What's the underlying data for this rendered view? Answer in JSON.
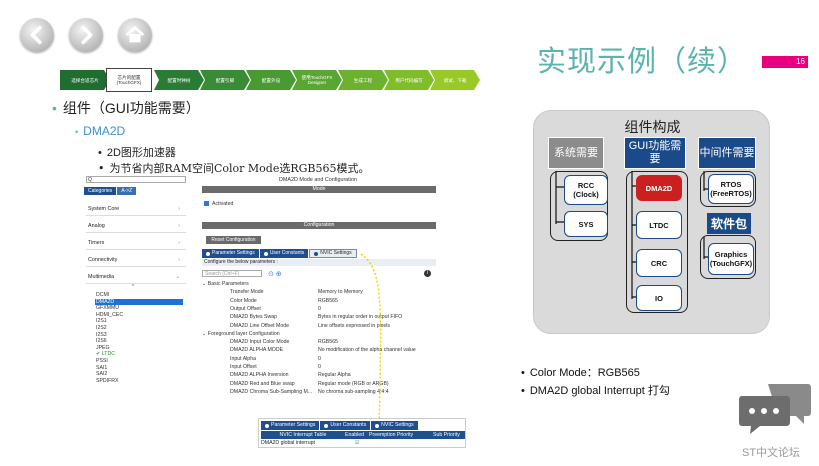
{
  "nav": {
    "back_label": "back",
    "forward_label": "forward",
    "home_label": "home"
  },
  "slide": {
    "title": "实现示例（续）",
    "page_number": "16"
  },
  "process_steps": [
    {
      "label": "选择合适芯片",
      "color": "#1f6e2f"
    },
    {
      "label": "芯片的配置 (TouchGFX)",
      "color": "#ffffff",
      "active": true
    },
    {
      "label": "配置时钟树",
      "color": "#2a7c34"
    },
    {
      "label": "配置引脚",
      "color": "#3a8b36"
    },
    {
      "label": "配置外设",
      "color": "#4a9a34"
    },
    {
      "label": "使用TouchGFX Designer",
      "color": "#5aa632"
    },
    {
      "label": "生成工程",
      "color": "#6db22f"
    },
    {
      "label": "用户代码编写",
      "color": "#80bd2a"
    },
    {
      "label": "调试、下载",
      "color": "#98c926"
    }
  ],
  "bullets": {
    "level1": "组件（GUI功能需要）",
    "level2": "DMA2D",
    "level3": [
      "2D图形加速器",
      "为节省内部RAM空间Color Mode选RGB565模式。"
    ]
  },
  "cube": {
    "search_placeholder": "Q",
    "tabs": [
      "Categories",
      "A->Z"
    ],
    "categories": [
      "System Core",
      "Analog",
      "Timers",
      "Connectivity",
      "Multimedia"
    ],
    "multimedia_up": "^",
    "peripherals": [
      "DCMI",
      "DMA2D",
      "GFXMMU",
      "HDMI_CEC",
      "I2S1",
      "I2S2",
      "I2S3",
      "I2S6",
      "JPEG",
      "LTDC",
      "PSSI",
      "SAI1",
      "SAI2",
      "SPDIFRX"
    ],
    "selected_peripheral": "DMA2D",
    "checked_peripheral": "LTDC",
    "window_title": "DMA2D Mode and Configuration",
    "mode_bar": "Mode",
    "activated": "Activated",
    "config_bar": "Configuration",
    "reset_button": "Reset Configuration",
    "param_tabs": [
      "Parameter Settings",
      "User Constants",
      "NVIC Settings"
    ],
    "configure_text": "Configure the below parameters :",
    "search_params": "Search (Ctrl+F)",
    "info_icon": "i",
    "sections": [
      {
        "title": "Basic Parameters",
        "rows": [
          [
            "Transfer Mode",
            "Memory to Memory"
          ],
          [
            "Color Mode",
            "RGB565"
          ],
          [
            "Output Offset",
            "0"
          ],
          [
            "DMA2D Bytes Swap",
            "Bytes in regular order in output FIFO"
          ],
          [
            "DMA2D Line Offset Mode",
            "Line offsets expressed in pixels"
          ]
        ]
      },
      {
        "title": "Foreground layer Configuration",
        "rows": [
          [
            "DMA2D Input Color Mode",
            "RGB565"
          ],
          [
            "DMA2D ALPHA MODE",
            "No modification of the alpha channel value"
          ],
          [
            "Input Alpha",
            "0"
          ],
          [
            "Input Offset",
            "0"
          ],
          [
            "DMA2D ALPHA Inversion",
            "Regular Alpha"
          ],
          [
            "DMA2D Red and Blue swap",
            "Regular mode (RGB or ARGB)"
          ],
          [
            "DMA2D Chroma Sub-Sampling M...",
            "No chroma sub-sampling 4:4:4"
          ]
        ]
      }
    ]
  },
  "nvic": {
    "tabs": [
      "Parameter Settings",
      "User Constants",
      "NVIC Settings"
    ],
    "headers": [
      "NVIC Interrupt Table",
      "Enabled",
      "Preemption Priority",
      "Sub Priority"
    ],
    "row": {
      "name": "DMA2D global interrupt",
      "enabled": "☑"
    }
  },
  "diagram": {
    "title": "组件构成",
    "headers": [
      {
        "label": "系统需要",
        "color": "#8c8c8c"
      },
      {
        "label": "GUI功能需要",
        "color": "#1a4a8a"
      },
      {
        "label": "中间件需要",
        "color": "#1a4a8a"
      }
    ],
    "system_items": [
      "RCC (Clock)",
      "SYS"
    ],
    "gui_items": [
      "DMA2D",
      "LTDC",
      "CRC",
      "IO"
    ],
    "middleware_items": [
      "RTOS (FreeRTOS)",
      "Graphics (TouchGFX)"
    ],
    "software_pack": "软件包"
  },
  "notes": [
    "Color Mode：RGB565",
    "DMA2D global Interrupt 打勾"
  ],
  "logo_text": "ST中文论坛"
}
